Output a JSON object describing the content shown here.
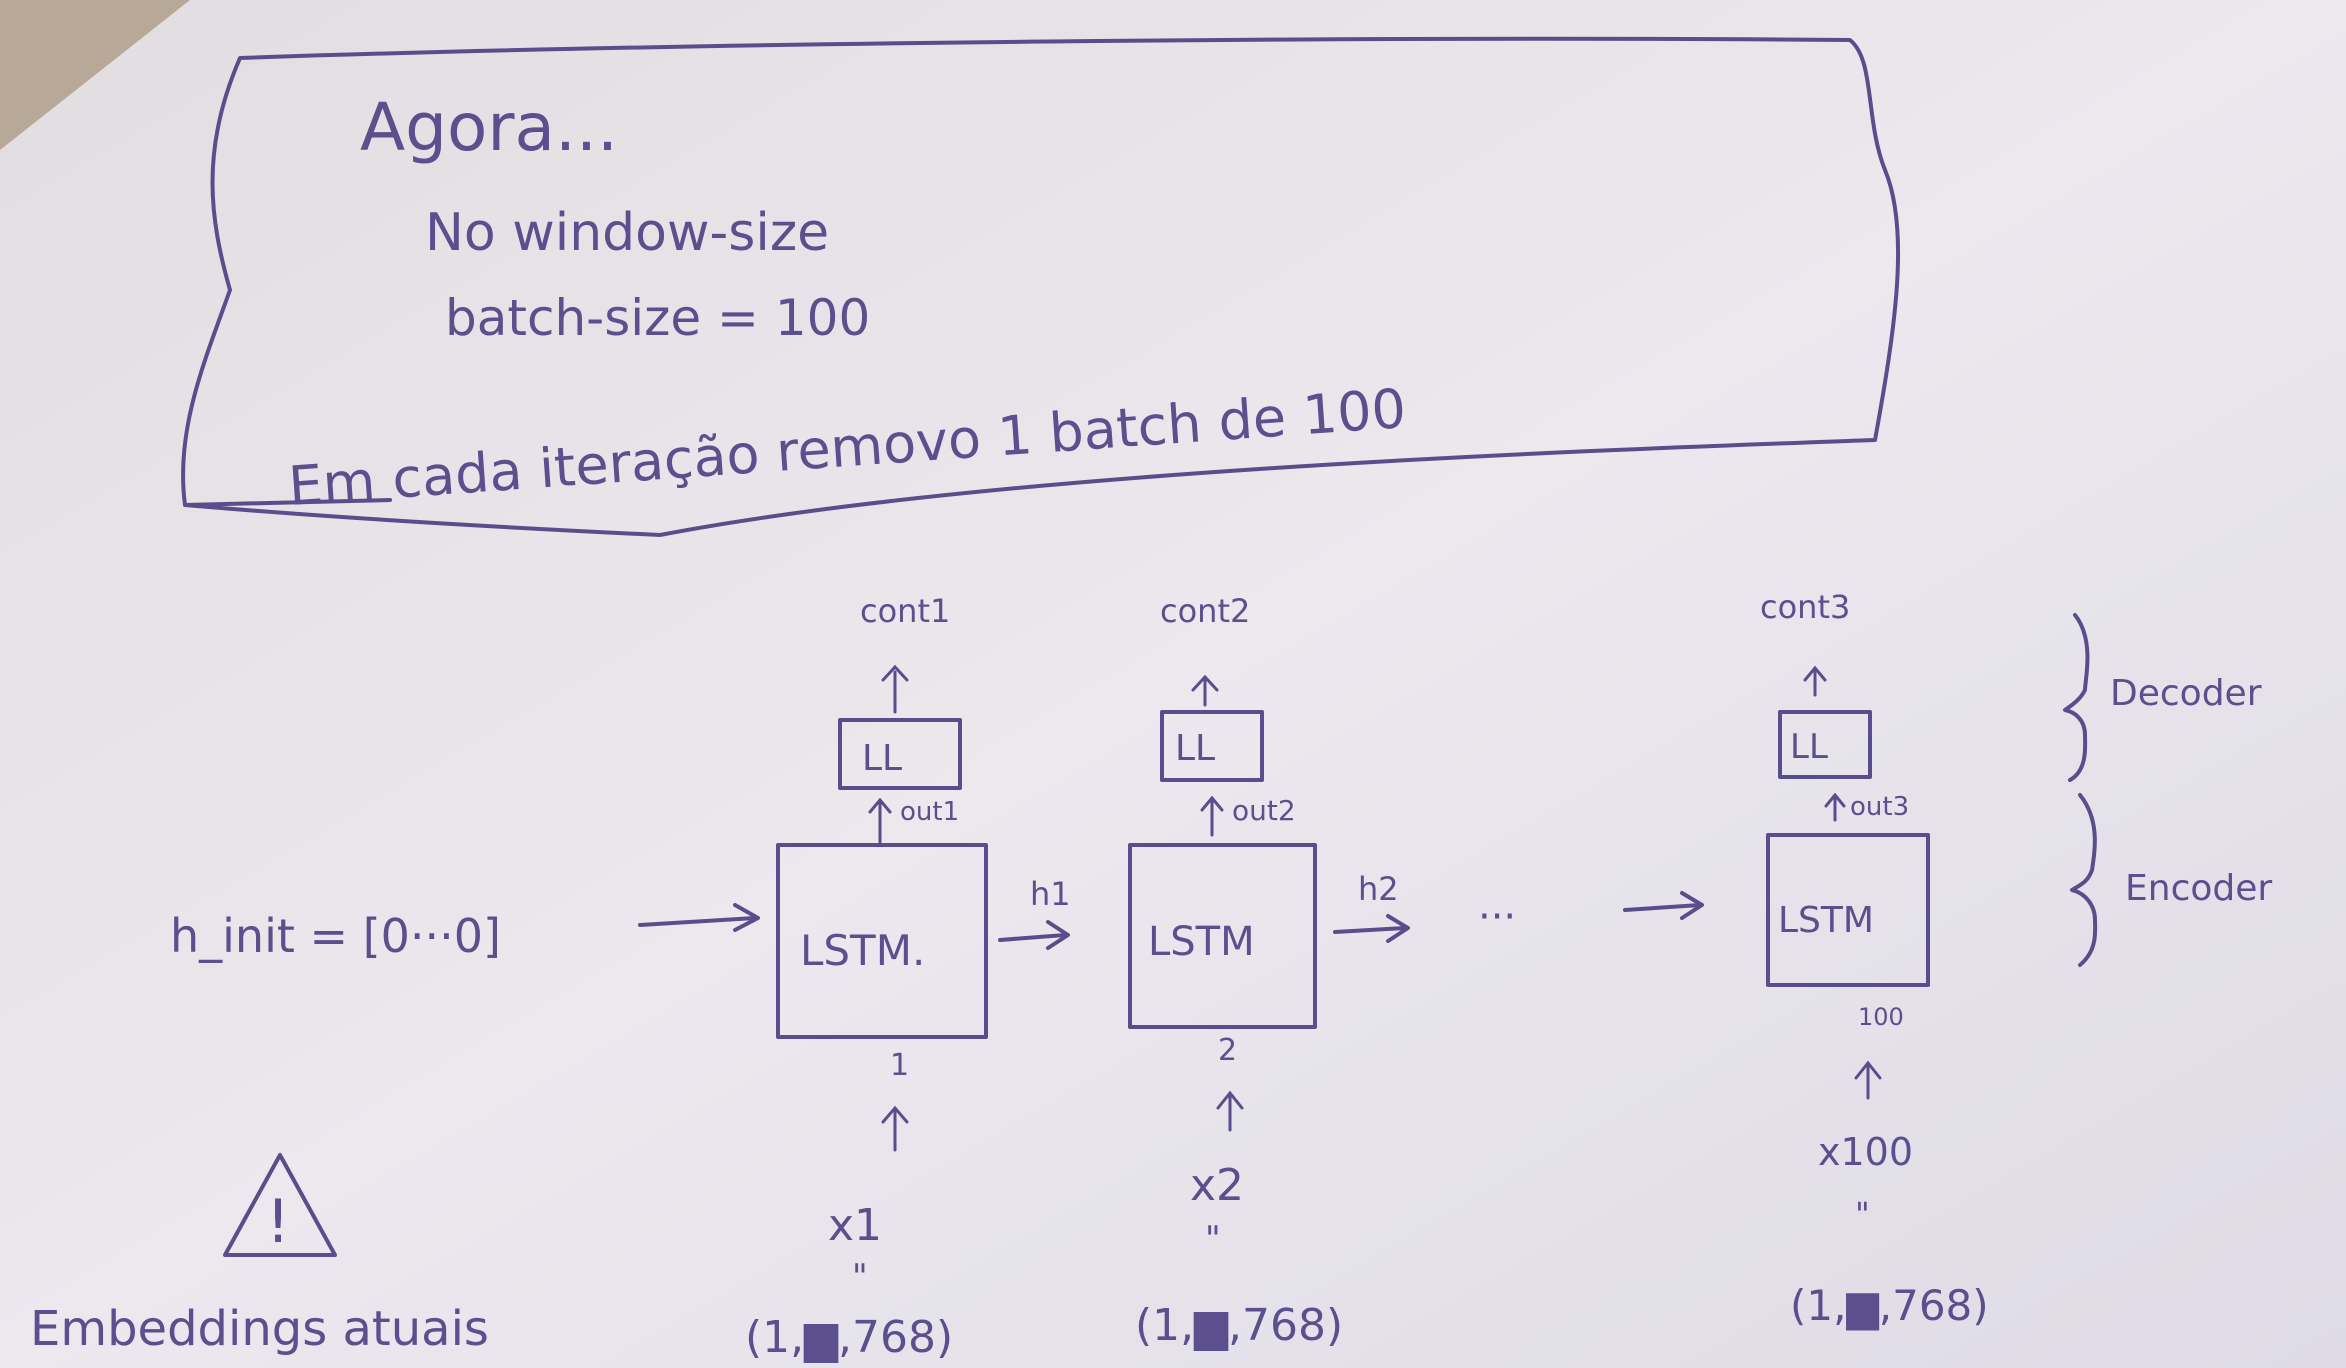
{
  "note": {
    "title": "Agora...",
    "line1": "No window-size",
    "line2": "batch-size = 100",
    "line3": "Em cada iteração removo 1 batch de 100"
  },
  "diagram": {
    "h_init": "h_init = [0···0]",
    "cells": [
      {
        "label": "LSTM.",
        "index": "1",
        "out": "out1",
        "ll": "LL",
        "cont": "cont1",
        "x": "x1",
        "dim": "(1,▆,768)"
      },
      {
        "label": "LSTM",
        "index": "2",
        "out": "out2",
        "ll": "LL",
        "cont": "cont2",
        "x": "x2",
        "dim": "(1,▆,768)"
      },
      {
        "label": "LSTM",
        "index": "100",
        "out": "out3",
        "ll": "LL",
        "cont": "cont3",
        "x": "x100",
        "dim": "(1,▆,768)"
      }
    ],
    "h1": "h1",
    "h2": "h2",
    "ellipsis": "···",
    "decoder": "Decoder",
    "encoder": "Encoder",
    "ditto": "\"",
    "warning": "!",
    "embeddings": "Embeddings atuais"
  },
  "colors": {
    "ink": "#5a4d8c",
    "paper": "#ece9ee",
    "table": "#b8a898"
  }
}
